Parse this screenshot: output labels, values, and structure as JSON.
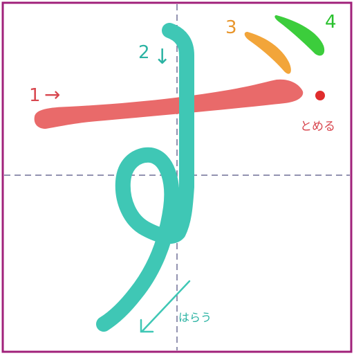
{
  "colors": {
    "border": "#a0207a",
    "guide": "#6e6e96",
    "stroke1": "#e96a6a",
    "stroke2": "#3fc7b5",
    "stroke3": "#f2a53a",
    "stroke4": "#3ccd3c",
    "label1": "#d8474f",
    "label2": "#2bb3a3",
    "label3": "#e8962c",
    "label4": "#29c12d",
    "tome_dot": "#e02d2d"
  },
  "strokes": [
    {
      "number": "1",
      "arrow": "→",
      "description": "horizontal"
    },
    {
      "number": "2",
      "arrow": "↓",
      "description": "vertical with loop"
    },
    {
      "number": "3",
      "arrow": "",
      "description": "dakuten"
    },
    {
      "number": "4",
      "arrow": "",
      "description": "dakuten"
    }
  ],
  "annotations": {
    "tomeru": "とめる",
    "harau": "はらう"
  },
  "icons": {
    "stop_point": "red-dot-icon",
    "harau_arrow": "diagonal-arrow-icon"
  }
}
